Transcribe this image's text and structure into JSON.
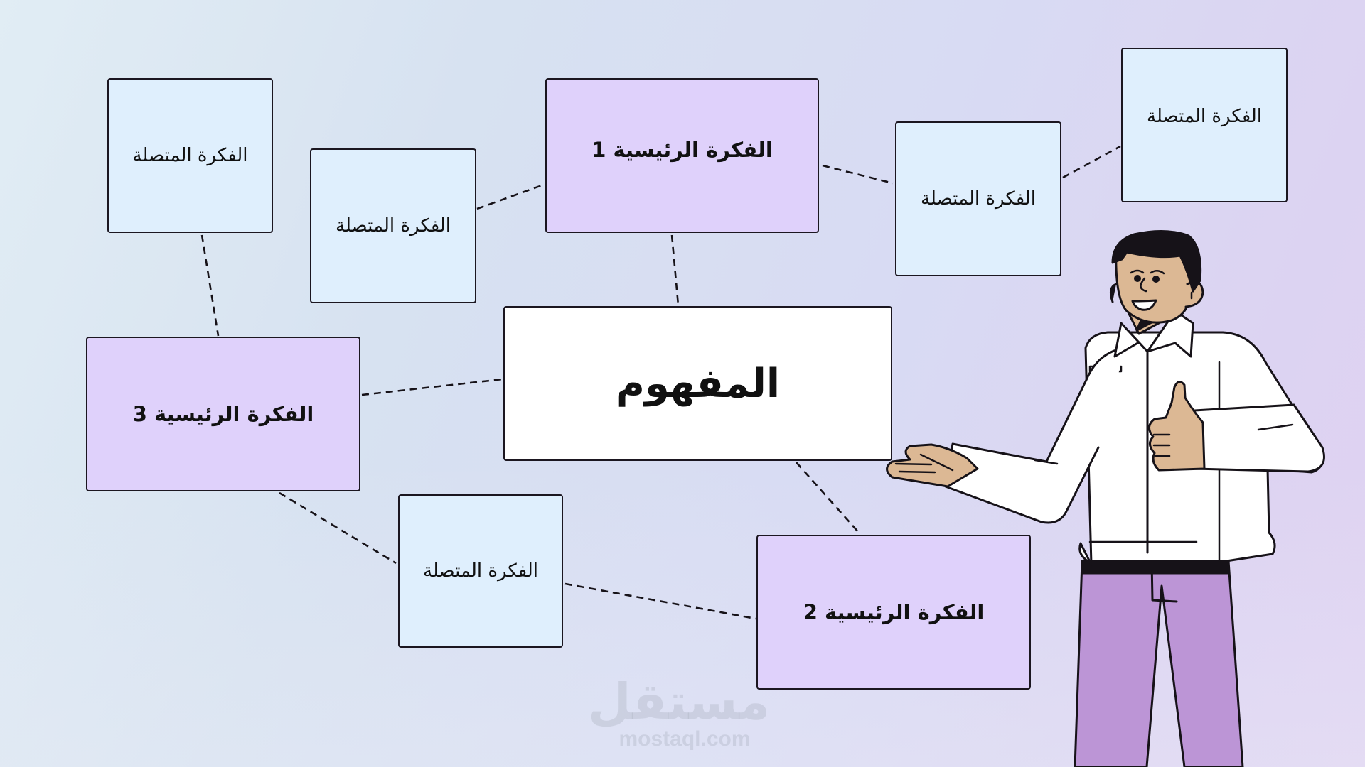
{
  "diagram": {
    "concept": {
      "label": "المفهوم"
    },
    "main_ideas": [
      {
        "label": "الفكرة الرئيسية 1"
      },
      {
        "label": "الفكرة الرئيسية 2"
      },
      {
        "label": "الفكرة الرئيسية 3"
      }
    ],
    "related_ideas": [
      {
        "label": "الفكرة المتصلة"
      },
      {
        "label": "الفكرة المتصلة"
      },
      {
        "label": "الفكرة المتصلة"
      },
      {
        "label": "الفكرة المتصلة"
      },
      {
        "label": "الفكرة المتصلة"
      }
    ],
    "colors": {
      "related_fill": "#dfeffd",
      "main_fill": "#dfd1fb",
      "concept_fill": "#ffffff",
      "border": "#1b1620",
      "pants": "#bc95d6",
      "skin": "#dcb894"
    }
  },
  "watermark": {
    "arabic": "مستقل",
    "domain": "mostaql.com"
  }
}
